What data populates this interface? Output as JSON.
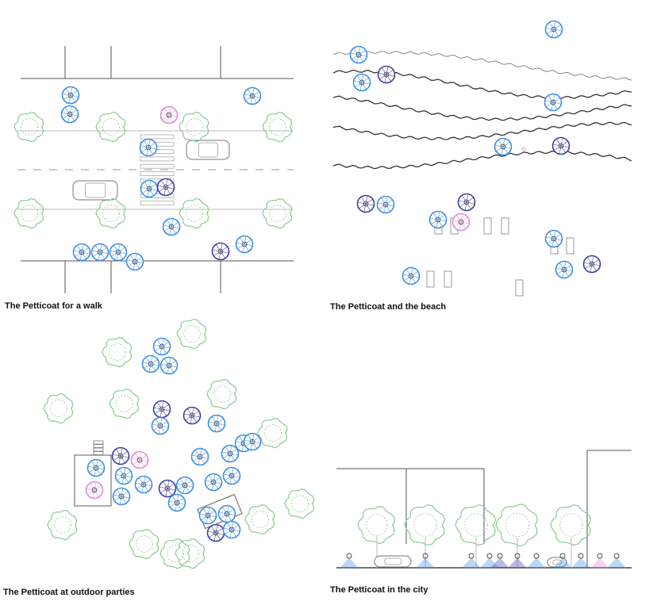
{
  "panels": [
    {
      "id": "walk",
      "caption": "The Petticoat for a walk"
    },
    {
      "id": "beach",
      "caption": "The Petticoat and the beach"
    },
    {
      "id": "party",
      "caption": "The Petticoat at outdoor parties"
    },
    {
      "id": "city",
      "caption": "The Petticoat in the city"
    }
  ],
  "colors": {
    "blue": "#3d8ee6",
    "navy": "#3b3fa6",
    "pink": "#e08ad6",
    "tree": "#8cc98f",
    "line": "#555555",
    "light": "#bbbbbb"
  },
  "icons": {
    "umbrella": "petticoat-umbrella-icon",
    "tree": "tree-icon",
    "car": "car-icon"
  }
}
